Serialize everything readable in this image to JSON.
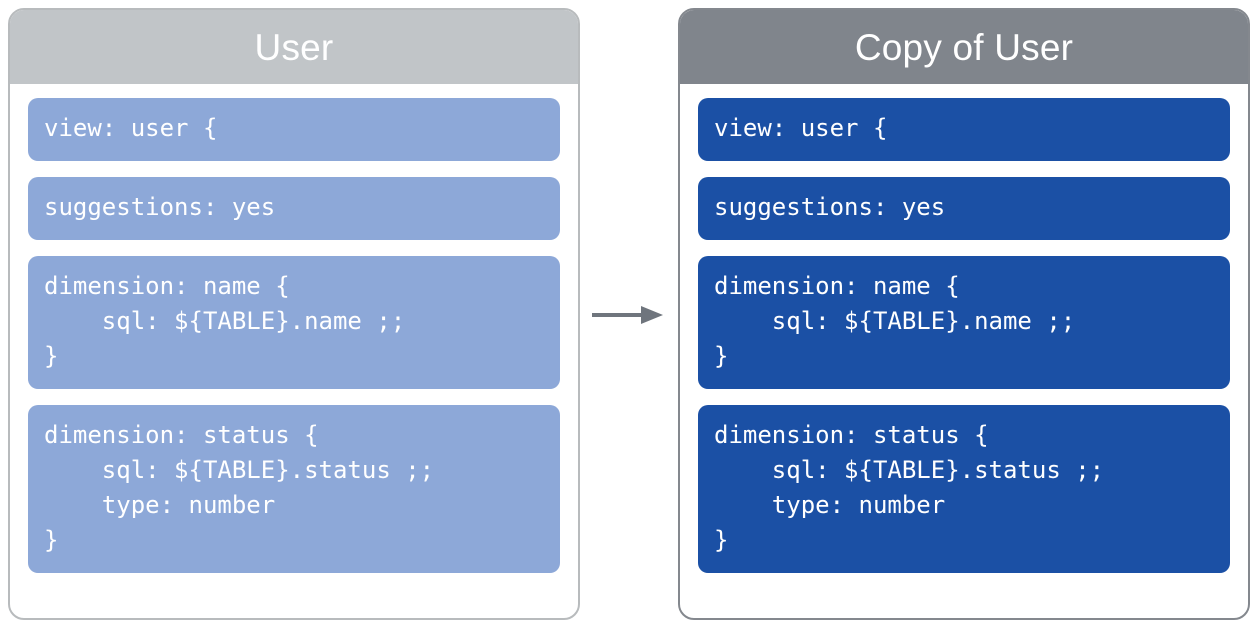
{
  "colors": {
    "left_header": "#c1c5c8",
    "right_header": "#80858c",
    "left_block": "#8da8d8",
    "right_block": "#1b50a5",
    "panel_border_left": "#b8bbbd",
    "panel_border_right": "#84888e",
    "arrow": "#6f757d",
    "code_text": "#ffffff",
    "background": "#ffffff"
  },
  "panels": [
    {
      "id": "source",
      "title": "User",
      "blocks": [
        {
          "name": "view-block",
          "code": "view: user {"
        },
        {
          "name": "suggestions-block",
          "code": "suggestions: yes"
        },
        {
          "name": "dimension-name-block",
          "code": "dimension: name {\n    sql: ${TABLE}.name ;;\n}"
        },
        {
          "name": "dimension-status-block",
          "code": "dimension: status {\n    sql: ${TABLE}.status ;;\n    type: number\n}"
        }
      ]
    },
    {
      "id": "copy",
      "title": "Copy of User",
      "blocks": [
        {
          "name": "view-block",
          "code": "view: user {"
        },
        {
          "name": "suggestions-block",
          "code": "suggestions: yes"
        },
        {
          "name": "dimension-name-block",
          "code": "dimension: name {\n    sql: ${TABLE}.name ;;\n}"
        },
        {
          "name": "dimension-status-block",
          "code": "dimension: status {\n    sql: ${TABLE}.status ;;\n    type: number\n}"
        }
      ]
    }
  ],
  "arrow": {
    "name": "copy-arrow",
    "direction": "right"
  }
}
